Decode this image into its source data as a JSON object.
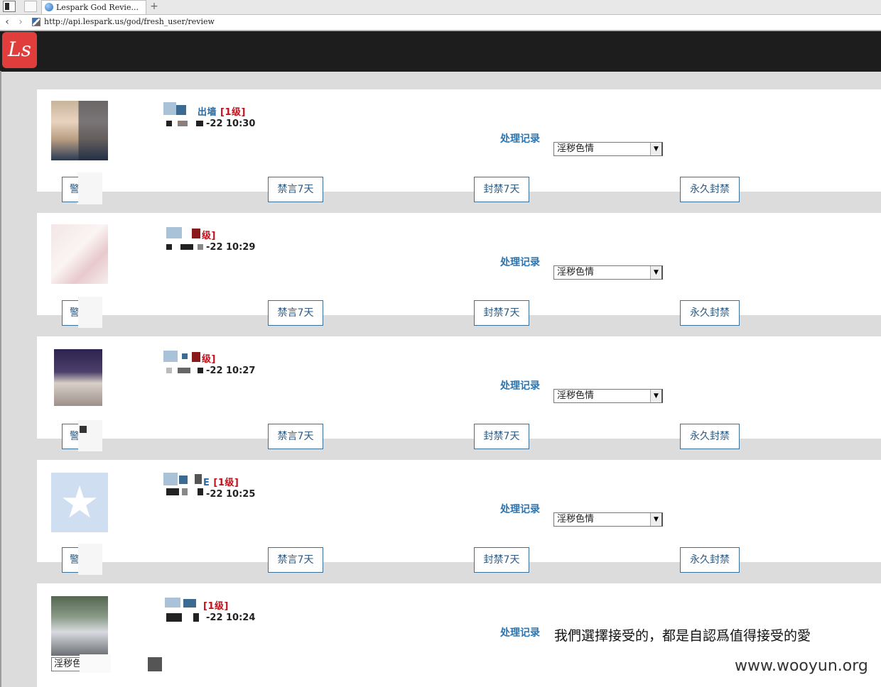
{
  "browser": {
    "tab_title": "Lespark God Revie...",
    "new_tab": "+",
    "back": "‹",
    "forward": "›",
    "url": "http://api.lespark.us/god/fresh_user/review"
  },
  "app": {
    "logo": "Ls"
  },
  "reviews": [
    {
      "name": "出墙",
      "level": "[1级]",
      "time": "-22 10:30",
      "record": "处理记录",
      "reason": "淫秽色情",
      "warn": "警",
      "mute": "禁言7天",
      "ban": "封禁7天",
      "perm": "永久封禁"
    },
    {
      "name": "",
      "level": "级]",
      "time": "-22 10:29",
      "record": "处理记录",
      "reason": "淫秽色情",
      "warn": "警",
      "mute": "禁言7天",
      "ban": "封禁7天",
      "perm": "永久封禁"
    },
    {
      "name": "",
      "level": "级]",
      "time": "-22 10:27",
      "record": "处理记录",
      "reason": "淫秽色情",
      "warn": "警",
      "mute": "禁言7天",
      "ban": "封禁7天",
      "perm": "永久封禁"
    },
    {
      "name": "E",
      "level": "[1级]",
      "time": "-22 10:25",
      "record": "处理记录",
      "reason": "淫秽色情",
      "warn": "警",
      "mute": "禁言7天",
      "ban": "封禁7天",
      "perm": "永久封禁"
    },
    {
      "name": "",
      "level": "[1级]",
      "time": "-22 10:24",
      "record": "处理记录",
      "quote": "我們選擇接受的，都是自認爲值得接受的愛",
      "reason_partial": "淫秽色"
    }
  ],
  "watermark": "www.wooyun.org",
  "colors": {
    "header": "#1d1d1d",
    "logo": "#e23d3d",
    "link": "#2a74b0",
    "level": "#c0101a"
  },
  "icons": {
    "star_avatar": "★"
  }
}
